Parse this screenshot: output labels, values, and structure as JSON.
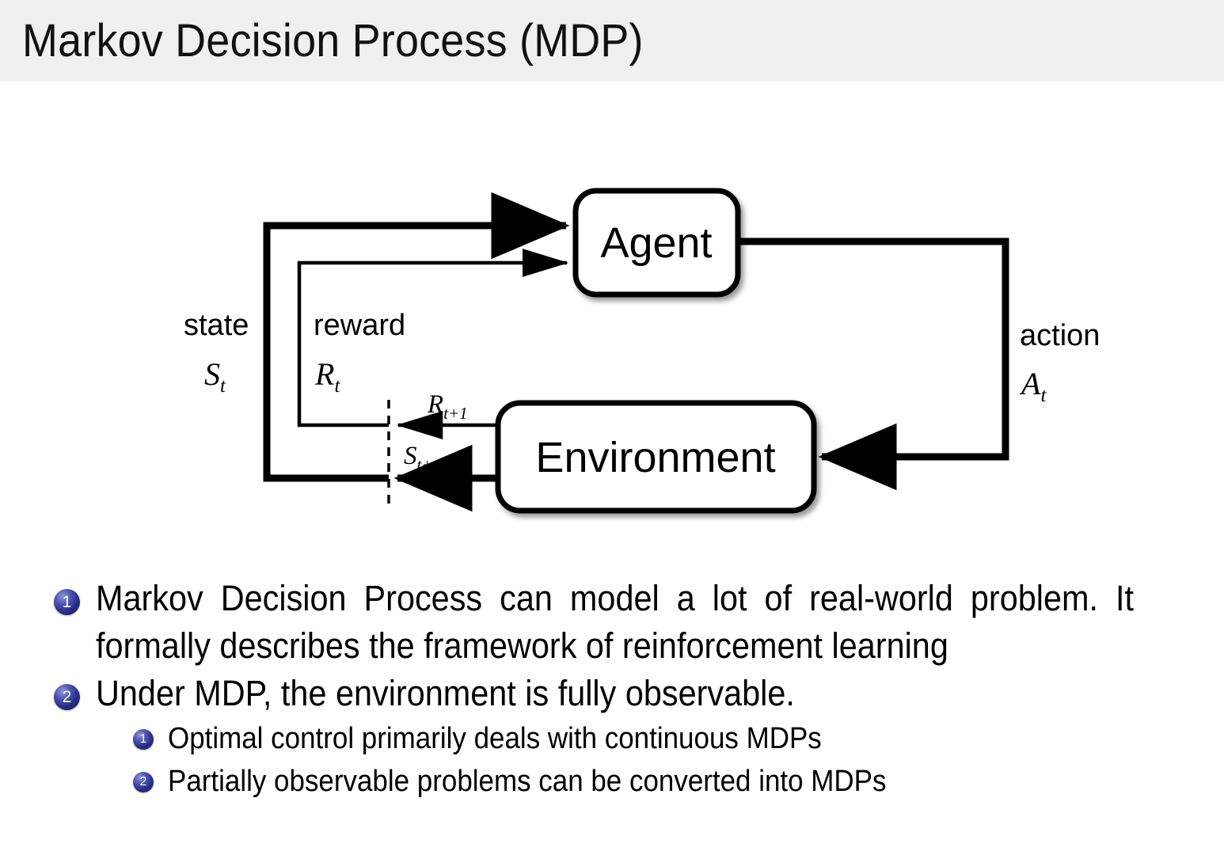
{
  "slide": {
    "title": "Markov Decision Process (MDP)",
    "header_bg": "#f0f0f0",
    "background": "#ffffff"
  },
  "diagram": {
    "name": "agent-environment-interaction-loop",
    "nodes": [
      {
        "id": "agent",
        "label": "Agent"
      },
      {
        "id": "environment",
        "label": "Environment"
      }
    ],
    "edge_labels": {
      "state_word": "state",
      "state_symbol": "S",
      "state_subscript": "t",
      "reward_word": "reward",
      "reward_symbol": "R",
      "reward_subscript": "t",
      "action_word": "action",
      "action_symbol": "A",
      "action_subscript": "t",
      "reward_next_symbol": "R",
      "reward_next_subscript": "t+1",
      "state_next_symbol": "S",
      "state_next_subscript": "t+1"
    },
    "stroke_color": "#000000"
  },
  "bullets": {
    "badge_color": "#262d84",
    "items": [
      {
        "number": "1",
        "text": "Markov Decision Process can model a lot of real-world problem. It formally describes the framework of reinforcement learning",
        "children": []
      },
      {
        "number": "2",
        "text": "Under MDP, the environment is fully observable.",
        "children": [
          {
            "number": "1",
            "text": "Optimal control primarily deals with continuous MDPs"
          },
          {
            "number": "2",
            "text": "Partially observable problems can be converted into MDPs"
          }
        ]
      }
    ]
  }
}
